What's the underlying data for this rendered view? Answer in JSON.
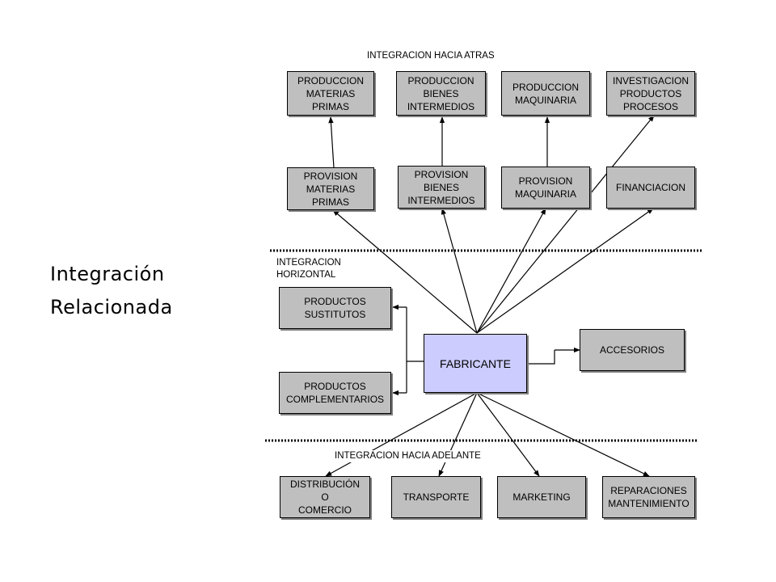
{
  "title": [
    "Integración",
    "Relacionada"
  ],
  "labels": {
    "backward": "INTEGRACION HACIA ATRAS",
    "horizontal": "INTEGRACION\nHORIZONTAL",
    "forward": "INTEGRACION HACIA ADELANTE"
  },
  "nodes": {
    "prod_materias": "PRODUCCION\nMATERIAS\nPRIMAS",
    "prod_bienes": "PRODUCCION\nBIENES\nINTERMEDIOS",
    "prod_maquinaria": "PRODUCCION\nMAQUINARIA",
    "investigacion": "INVESTIGACION\nPRODUCTOS\nPROCESOS",
    "prov_materias": "PROVISION\nMATERIAS\nPRIMAS",
    "prov_bienes": "PROVISION\nBIENES\nINTERMEDIOS",
    "prov_maquinaria": "PROVISION\nMAQUINARIA",
    "financiacion": "FINANCIACION",
    "sustitutos": "PRODUCTOS\nSUSTITUTOS",
    "complementarios": "PRODUCTOS\nCOMPLEMENTARIOS",
    "fabricante": "FABRICANTE",
    "accesorios": "ACCESORIOS",
    "distribucion": "DISTRIBUCIÓN\nO\nCOMERCIO",
    "transporte": "TRANSPORTE",
    "marketing": "MARKETING",
    "reparaciones": "REPARACIONES\nMANTENIMIENTO"
  },
  "colors": {
    "box_fill": "#bfbfbf",
    "center_fill": "#ccccff",
    "line": "#000000"
  }
}
